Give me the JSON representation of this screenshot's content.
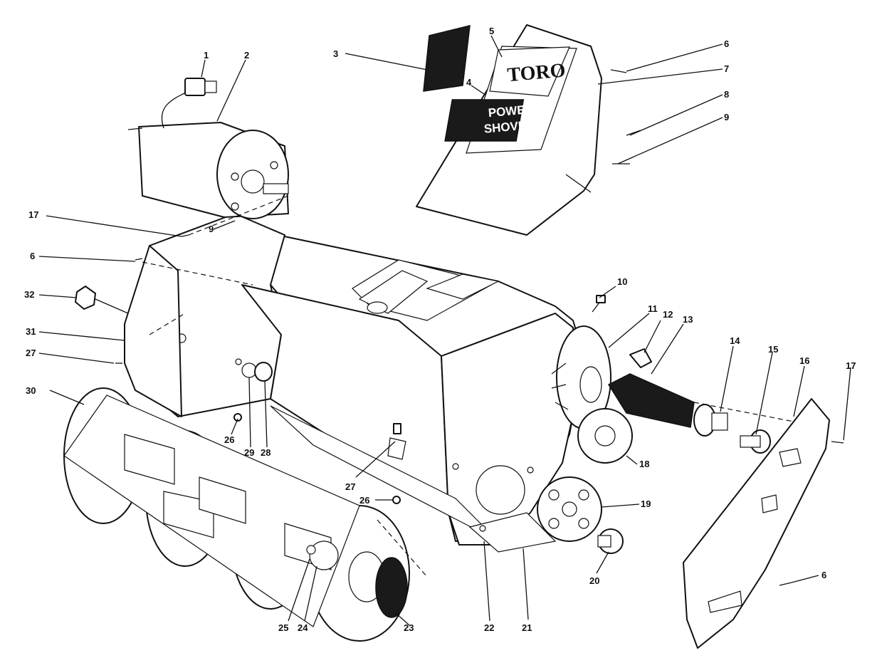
{
  "decal": {
    "brand": "TORO",
    "line1": "POWER",
    "line2": "SHOVEL"
  },
  "callouts": {
    "c1": "1",
    "c2": "2",
    "c3": "3",
    "c4": "4",
    "c5": "5",
    "c6a": "6",
    "c6b": "6",
    "c6c": "6",
    "c7": "7",
    "c8": "8",
    "c9a": "9",
    "c9b": "9",
    "c10": "10",
    "c11": "11",
    "c12": "12",
    "c13": "13",
    "c14": "14",
    "c15": "15",
    "c16": "16",
    "c17a": "17",
    "c17b": "17",
    "c18": "18",
    "c19": "19",
    "c20": "20",
    "c21": "21",
    "c22": "22",
    "c23": "23",
    "c24": "24",
    "c25": "25",
    "c26a": "26",
    "c26b": "26",
    "c27a": "27",
    "c27b": "27",
    "c28": "28",
    "c29": "29",
    "c30": "30",
    "c31": "31",
    "c32": "32"
  },
  "colors": {
    "ink": "#111111",
    "paper": "#ffffff"
  }
}
